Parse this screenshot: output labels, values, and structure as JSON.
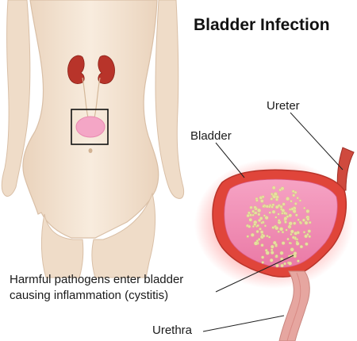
{
  "title": "Bladder Infection",
  "labels": {
    "ureter": "Ureter",
    "bladder": "Bladder",
    "pathogens_line1": "Harmful pathogens enter bladder",
    "pathogens_line2": "causing inflammation (cystitis)",
    "urethra": "Urethra"
  },
  "colors": {
    "skin": "#f4e4d2",
    "skin_outline": "#d9bfa6",
    "kidney": "#b8342a",
    "bladder_outer": "#e0453a",
    "bladder_inner": "#f08fb4",
    "inflammation_glow": "#ff6b6b",
    "pathogen": "#e8dfa0",
    "callout_line": "#222222"
  },
  "icons": {
    "body": "female-torso-illustration",
    "zoom_box": "zoom-box-icon"
  }
}
